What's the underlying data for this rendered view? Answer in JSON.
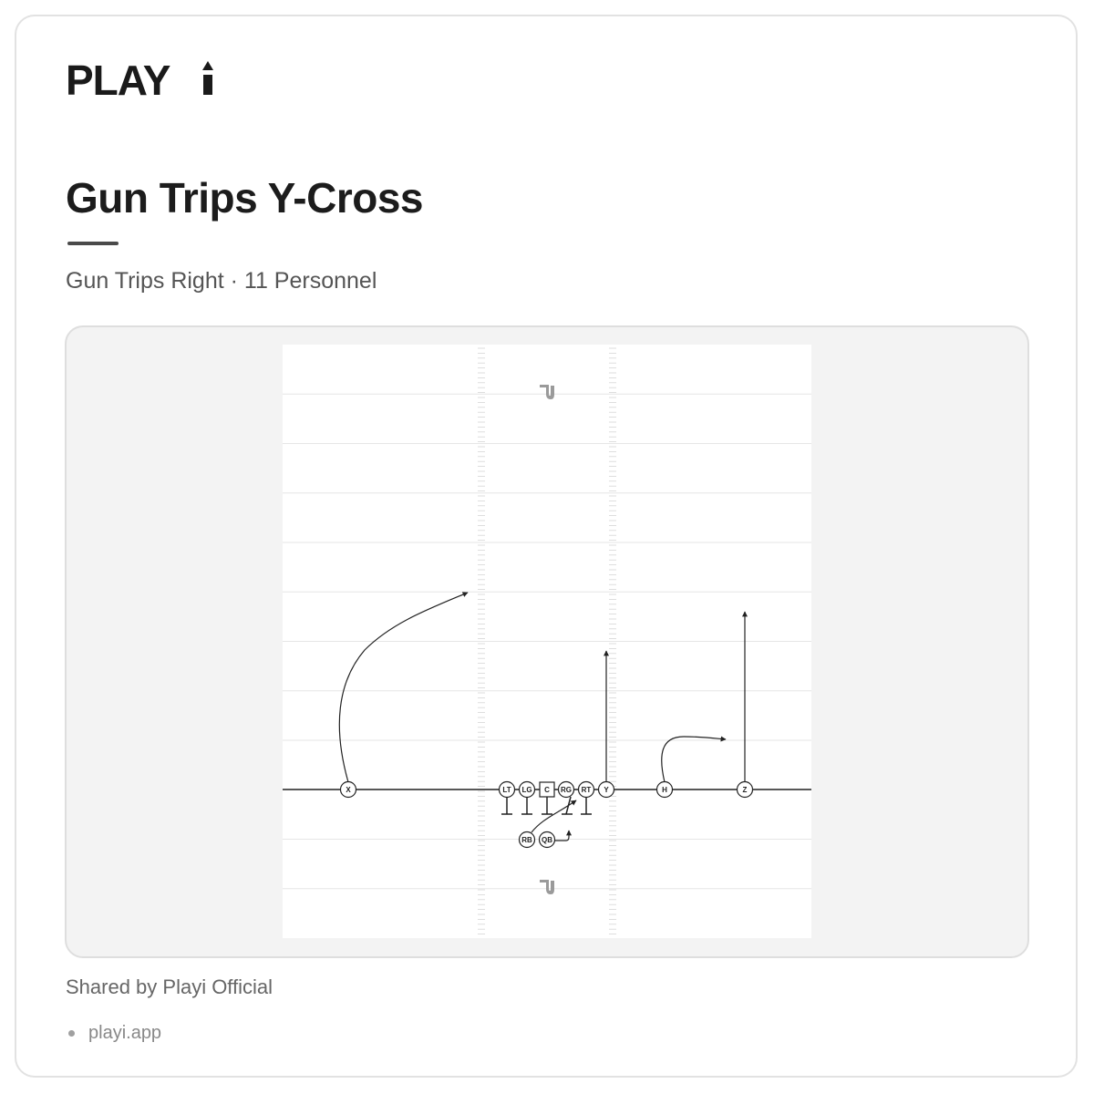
{
  "brand": {
    "name": "PLAYi"
  },
  "play": {
    "title": "Gun Trips Y-Cross",
    "formation": "Gun Trips Right",
    "separator": " · ",
    "personnel": "11 Personnel",
    "players": [
      {
        "label": "X",
        "shape": "circle"
      },
      {
        "label": "LT",
        "shape": "circle"
      },
      {
        "label": "LG",
        "shape": "circle"
      },
      {
        "label": "C",
        "shape": "square"
      },
      {
        "label": "RG",
        "shape": "circle"
      },
      {
        "label": "RT",
        "shape": "circle"
      },
      {
        "label": "Y",
        "shape": "circle"
      },
      {
        "label": "H",
        "shape": "circle"
      },
      {
        "label": "Z",
        "shape": "circle"
      },
      {
        "label": "RB",
        "shape": "circle"
      },
      {
        "label": "QB",
        "shape": "circle"
      }
    ]
  },
  "footer": {
    "shared_by": "Shared by Playi Official",
    "link": "playi.app"
  },
  "colors": {
    "text": "#1c1c1c",
    "muted": "#555555",
    "panel": "#f3f3f3",
    "field_lines": "#e6e6e6",
    "routes": "#222222"
  }
}
